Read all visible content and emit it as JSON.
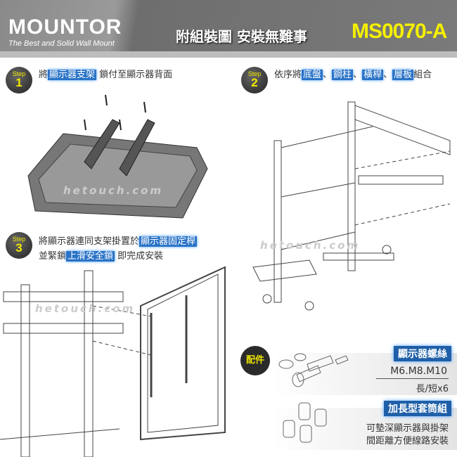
{
  "header": {
    "logo": "MOUNTOR",
    "tagline": "The Best and Solid Wall Mount",
    "title": "附組裝圖  安裝無難事",
    "model": "MS0070-A"
  },
  "steps": [
    {
      "badge": "Step",
      "num": "1",
      "pre": "將",
      "hl": [
        "顯示器支架"
      ],
      "post": " 鎖付至顯示器背面"
    },
    {
      "badge": "Step",
      "num": "2",
      "pre": "依序將",
      "hl": [
        "底盤",
        "鋼柱",
        "橫桿",
        "層板"
      ],
      "sep": "、",
      "post": "組合"
    },
    {
      "badge": "Step",
      "num": "3",
      "line1_pre": "將顯示器連同支架掛置於",
      "line1_hl": "顯示器固定桿",
      "line2_pre": "並緊鎖",
      "line2_hl": "上滑安全鎖",
      "line2_post": " 即完成安裝"
    }
  ],
  "watermark": "hetouch.com",
  "accessories": {
    "tag": "配件",
    "screws_title": "顯示器螺絲",
    "screws_spec": "M6.M8.M10",
    "screws_qty": "長/短x6",
    "spacer_title": "加長型套筒組",
    "spacer_desc1": "可墊深顯示器與掛架",
    "spacer_desc2": "間距離方便線路安裝"
  }
}
